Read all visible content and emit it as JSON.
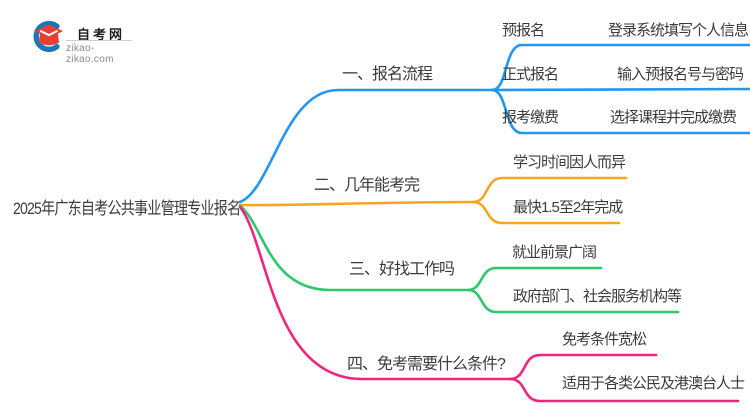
{
  "logo": {
    "site_name": "自考网",
    "site_url": "zikao-zikao.com",
    "icon": "graduation-cap-with-blue-crescent",
    "cap_color": "#e63f33",
    "crescent_color": "#1b75bb"
  },
  "root": {
    "title": "2025年广东自考公共事业管理专业报名"
  },
  "colors": {
    "branch1_blue": "#2196F3",
    "branch2_orange": "#F5A623",
    "branch3_green": "#2DC76D",
    "branch4_pink": "#F1257D",
    "text": "#3B3B3B",
    "background": "#FFFFFF"
  },
  "branches": [
    {
      "label": "一、报名流程",
      "color": "#2196F3",
      "children": [
        {
          "label": "预报名",
          "detail": "登录系统填写个人信息"
        },
        {
          "label": "正式报名",
          "detail": "输入预报名号与密码"
        },
        {
          "label": "报考缴费",
          "detail": "选择课程并完成缴费"
        }
      ]
    },
    {
      "label": "二、几年能考完",
      "color": "#F5A623",
      "children": [
        {
          "label": "学习时间因人而异"
        },
        {
          "label": "最快1.5至2年完成"
        }
      ]
    },
    {
      "label": "三、好找工作吗",
      "color": "#2DC76D",
      "children": [
        {
          "label": "就业前景广阔"
        },
        {
          "label": "政府部门、社会服务机构等"
        }
      ]
    },
    {
      "label": "四、免考需要什么条件?",
      "color": "#F1257D",
      "children": [
        {
          "label": "免考条件宽松"
        },
        {
          "label": "适用于各类公民及港澳台人士"
        }
      ]
    }
  ]
}
